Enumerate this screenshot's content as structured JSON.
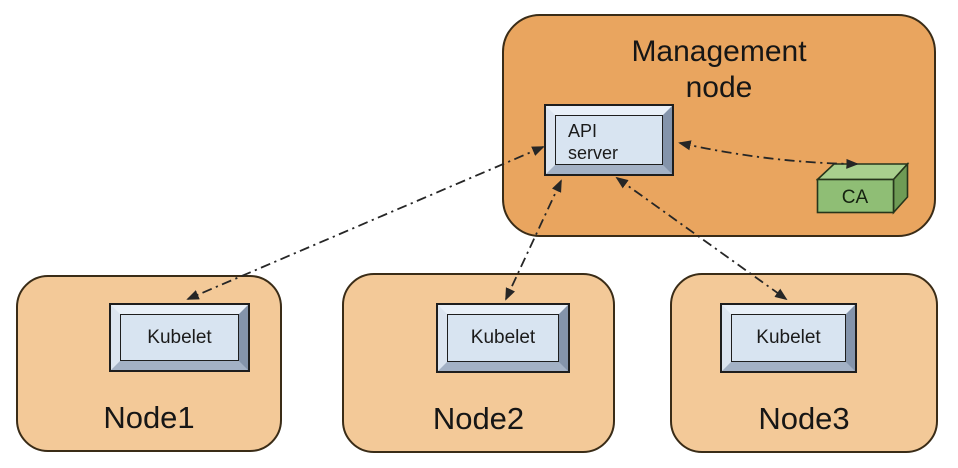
{
  "management_node": {
    "title": "Management node",
    "api_server_label": "API server",
    "ca_label": "CA"
  },
  "nodes": [
    {
      "name": "Node1",
      "component": "Kubelet"
    },
    {
      "name": "Node2",
      "component": "Kubelet"
    },
    {
      "name": "Node3",
      "component": "Kubelet"
    }
  ],
  "connections": [
    {
      "from": "API server",
      "to": "Kubelet (Node1)",
      "style": "dash-dot",
      "arrows": "both"
    },
    {
      "from": "API server",
      "to": "Kubelet (Node2)",
      "style": "dash-dot",
      "arrows": "both"
    },
    {
      "from": "API server",
      "to": "Kubelet (Node3)",
      "style": "dash-dot",
      "arrows": "both"
    },
    {
      "from": "API server",
      "to": "CA",
      "style": "dash-dot",
      "arrows": "both"
    }
  ],
  "colors": {
    "management-fill": "#e9a55f",
    "node-fill": "#f3c998",
    "box-border": "#3a2c17",
    "button-face": "#d8e4f1",
    "bevel-top": "#e9f0f8",
    "bevel-right": "#8494ab",
    "bevel-bottom": "#a3b1c5",
    "bevel-left": "#dce5f0",
    "ca-front": "#8fbe75",
    "ca-top": "#a9d08e",
    "ca-side": "#6e9b55",
    "line": "#262626"
  }
}
